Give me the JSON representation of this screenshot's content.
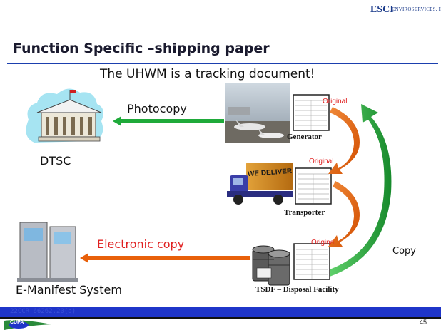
{
  "header": {
    "logo_main": "ESCI",
    "logo_sub": "ENVIROSERVICES, INC."
  },
  "title": "Function Specific –shipping paper",
  "subtitle": "The UHWM is a tracking document!",
  "nodes": {
    "dtsc": "DTSC",
    "emanifest": "E-Manifest System",
    "generator": "Generator",
    "transporter": "Transporter",
    "tsdf": "TSDF – Disposal Facility",
    "transporter_truck_text": "WE DELIVER"
  },
  "arrows": {
    "photocopy": "Photocopy",
    "electronic": "Electronic copy",
    "copy": "Copy",
    "original": "Original"
  },
  "footer": {
    "citation": "22CCR 66262.20(a)",
    "page_number": "45",
    "badge": "CUPA"
  },
  "colors": {
    "title_rule": "#1b3fae",
    "footer_bar": "#1f35c9",
    "arrow_green": "#1faa3a",
    "arrow_orange": "#e8600a",
    "original_red": "#e02020",
    "electronic_red": "#e02020"
  }
}
